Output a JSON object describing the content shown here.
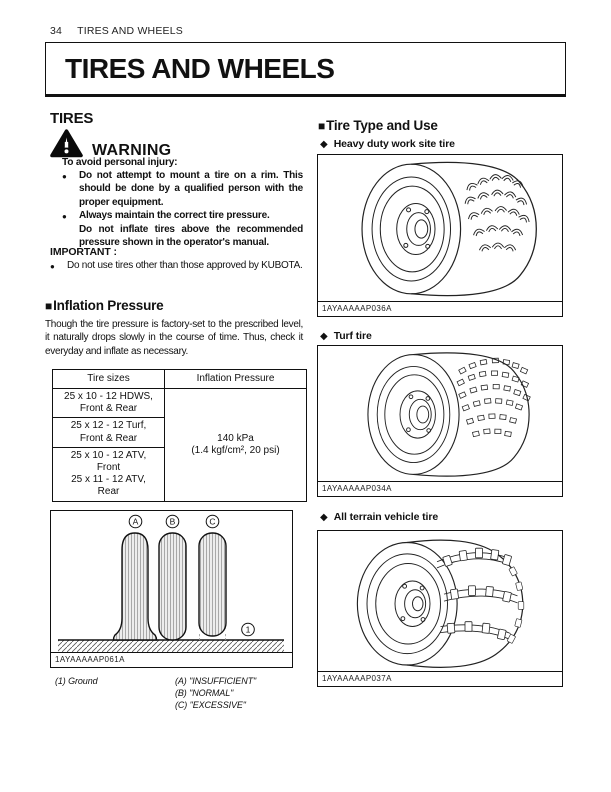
{
  "glyphs": {
    "square": "■",
    "diamond": "◆",
    "bullet": "●"
  },
  "page_header": {
    "page_number": "34",
    "chapter_title": "TIRES AND WHEELS"
  },
  "chapter_banner": "TIRES AND WHEELS",
  "left": {
    "section_heading": "TIRES",
    "warning": {
      "title": "WARNING",
      "lead": "To avoid personal injury:",
      "bullet1": "Do not attempt to mount a tire on a rim. This should be done by a qualified person with the proper equipment.",
      "bullet2_line1": "Always maintain the correct tire pressure.",
      "bullet2_line2": "Do not inflate tires above the recommended pressure shown in the operator's manual."
    },
    "important": {
      "label": "IMPORTANT :",
      "bullet": "Do not use tires other than those approved by KUBOTA."
    },
    "inflation": {
      "heading": "Inflation Pressure",
      "body": "Though the tire pressure is factory-set to the prescribed level, it naturally drops slowly in the course of time. Thus, check it everyday and inflate as necessary."
    },
    "table": {
      "col1_header": "Tire sizes",
      "col2_header": "Inflation Pressure",
      "rows": [
        {
          "lines": [
            "25 x 10 - 12 HDWS,",
            "Front & Rear"
          ]
        },
        {
          "lines": [
            "25 x 12 - 12 Turf,",
            "Front & Rear"
          ]
        },
        {
          "lines": [
            "25 x 10 - 12 ATV,",
            "Front",
            "25 x 11 - 12 ATV,",
            "Rear"
          ]
        }
      ],
      "pressure_line1": "140 kPa",
      "pressure_line2": "(1.4 kgf/cm², 20 psi)"
    },
    "tread_figure": {
      "code": "1AYAAAAAP061A",
      "marker_a": "A",
      "marker_b": "B",
      "marker_c": "C",
      "marker_ground": "1"
    },
    "captions": {
      "ground": "(1) Ground",
      "a": "(A) \"INSUFFICIENT\"",
      "b": "(B) \"NORMAL\"",
      "c": "(C) \"EXCESSIVE\""
    }
  },
  "right": {
    "section_heading": "Tire Type and Use",
    "figures": [
      {
        "label": "Heavy duty work site tire",
        "code": "1AYAAAAAP036A"
      },
      {
        "label": "Turf tire",
        "code": "1AYAAAAAP034A"
      },
      {
        "label": "All terrain vehicle tire",
        "code": "1AYAAAAAP037A"
      }
    ]
  }
}
